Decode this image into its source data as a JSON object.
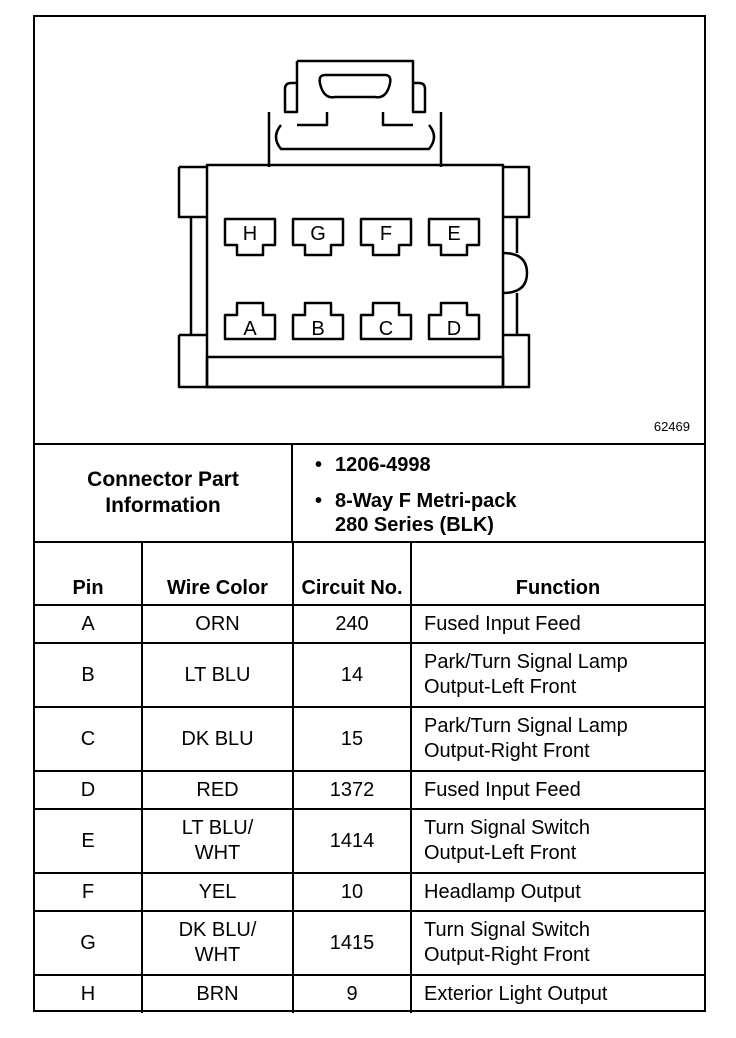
{
  "diagram": {
    "figure_id": "62469",
    "top_row_pins": [
      "H",
      "G",
      "F",
      "E"
    ],
    "bottom_row_pins": [
      "A",
      "B",
      "C",
      "D"
    ]
  },
  "connector_part_info": {
    "heading_line1": "Connector Part",
    "heading_line2": "Information",
    "bullet": "•",
    "item1": "1206-4998",
    "item2_line1": "8-Way F Metri-pack",
    "item2_line2": "280 Series (BLK)"
  },
  "table": {
    "headers": {
      "pin": "Pin",
      "wire_color": "Wire Color",
      "circuit_line1": "Circuit",
      "circuit_line2": "No.",
      "function": "Function"
    },
    "rows": [
      {
        "pin": "A",
        "wire": [
          "ORN"
        ],
        "circuit": "240",
        "function": [
          "Fused Input Feed"
        ]
      },
      {
        "pin": "B",
        "wire": [
          "LT BLU"
        ],
        "circuit": "14",
        "function": [
          "Park/Turn Signal Lamp",
          "Output-Left Front"
        ]
      },
      {
        "pin": "C",
        "wire": [
          "DK BLU"
        ],
        "circuit": "15",
        "function": [
          "Park/Turn Signal Lamp",
          "Output-Right Front"
        ]
      },
      {
        "pin": "D",
        "wire": [
          "RED"
        ],
        "circuit": "1372",
        "function": [
          "Fused Input Feed"
        ]
      },
      {
        "pin": "E",
        "wire": [
          "LT BLU/",
          "WHT"
        ],
        "circuit": "1414",
        "function": [
          "Turn Signal Switch",
          "Output-Left Front"
        ]
      },
      {
        "pin": "F",
        "wire": [
          "YEL"
        ],
        "circuit": "10",
        "function": [
          "Headlamp Output"
        ]
      },
      {
        "pin": "G",
        "wire": [
          "DK BLU/",
          "WHT"
        ],
        "circuit": "1415",
        "function": [
          "Turn Signal Switch",
          "Output-Right Front"
        ]
      },
      {
        "pin": "H",
        "wire": [
          "BRN"
        ],
        "circuit": "9",
        "function": [
          "Exterior Light Output"
        ]
      }
    ]
  }
}
